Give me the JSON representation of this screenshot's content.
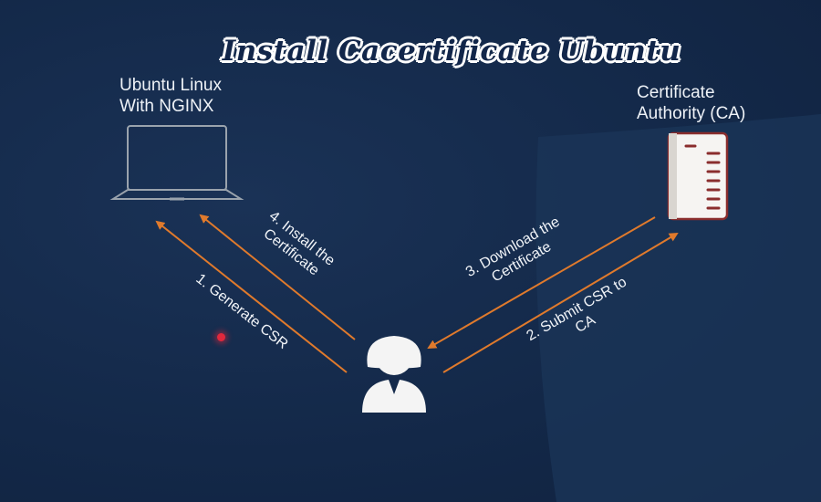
{
  "title": "Install Cacertificate Ubuntu",
  "server": {
    "label_line1": "Ubuntu Linux",
    "label_line2": "With NGINX",
    "icon": "laptop-icon"
  },
  "ca": {
    "label_line1": "Certificate",
    "label_line2": "Authority (CA)",
    "icon": "certificate-document-icon"
  },
  "user": {
    "icon": "user-icon"
  },
  "steps": {
    "generate": {
      "line1": "1. Generate CSR"
    },
    "submit": {
      "line1": "2. Submit CSR to",
      "line2": "CA"
    },
    "download": {
      "line1": "3. Download the",
      "line2": "Certificate"
    },
    "install": {
      "line1": "4. Install the",
      "line2": "Certificate"
    }
  },
  "colors": {
    "background": "#14294a",
    "arrow": "#e07a2c",
    "icon_stroke": "#9aa3ad",
    "text": "#eef2f7",
    "pointer": "#e0283c"
  }
}
